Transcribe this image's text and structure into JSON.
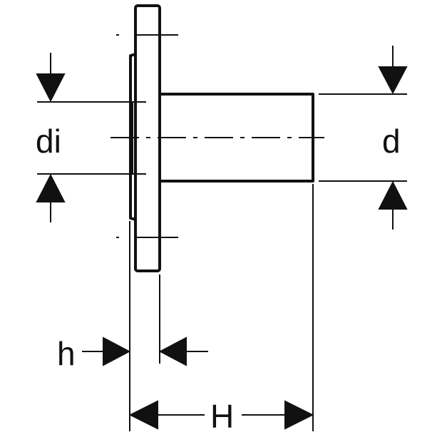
{
  "labels": {
    "inner_diameter": "di",
    "outer_diameter": "d",
    "flange_thickness": "h",
    "overall_height": "H"
  },
  "colors": {
    "line": "#111111",
    "background": "#ffffff"
  }
}
